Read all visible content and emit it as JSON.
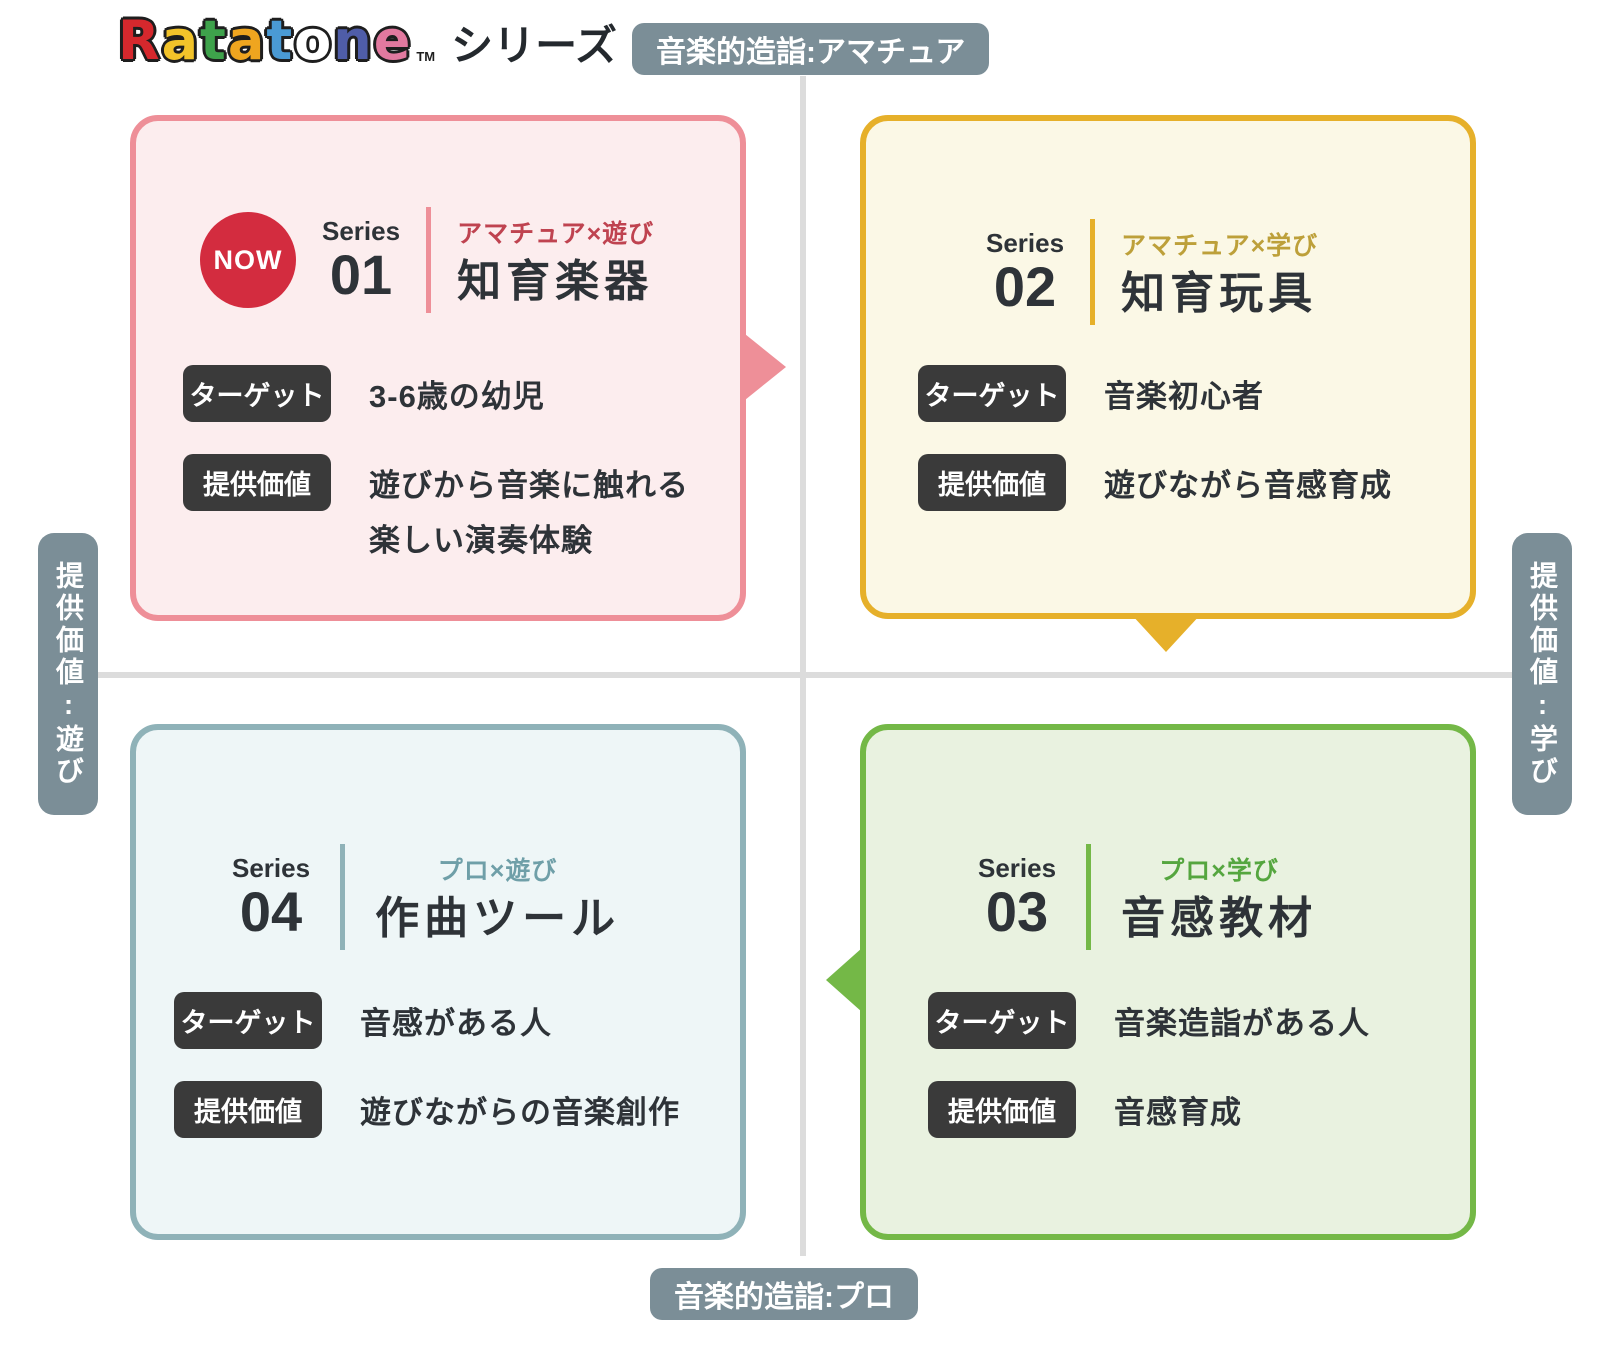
{
  "logo": {
    "letters": [
      {
        "ch": "R",
        "color": "#d5282d"
      },
      {
        "ch": "a",
        "color": "#f2c32a"
      },
      {
        "ch": "t",
        "color": "#3ea24b"
      },
      {
        "ch": "a",
        "color": "#efa51f"
      },
      {
        "ch": "t",
        "color": "#4a9ad4"
      },
      {
        "ch": "o",
        "color": "#ffffff"
      },
      {
        "ch": "n",
        "color": "#4f5da8"
      },
      {
        "ch": "e",
        "color": "#e2799f"
      }
    ],
    "tm": "TM",
    "suffix": "シリーズ"
  },
  "axes": {
    "top_label": "音楽的造詣:アマチュア",
    "bottom_label": "音楽的造詣:プロ",
    "left_label": "提供価値:遊び",
    "right_label": "提供価値:学び"
  },
  "cards": [
    {
      "now_badge": "NOW",
      "series_label": "Series",
      "series_number": "01",
      "segment": "アマチュア×遊び",
      "title": "知育楽器",
      "target_label": "ターゲット",
      "target_value": "3-6歳の幼児",
      "value_label": "提供価値",
      "value_value": "遊びから音楽に触れる\n楽しい演奏体験"
    },
    {
      "series_label": "Series",
      "series_number": "02",
      "segment": "アマチュア×学び",
      "title": "知育玩具",
      "target_label": "ターゲット",
      "target_value": "音楽初心者",
      "value_label": "提供価値",
      "value_value": "遊びながら音感育成"
    },
    {
      "series_label": "Series",
      "series_number": "03",
      "segment": "プロ×学び",
      "title": "音感教材",
      "target_label": "ターゲット",
      "target_value": "音楽造詣がある人",
      "value_label": "提供価値",
      "value_value": "音感育成"
    },
    {
      "series_label": "Series",
      "series_number": "04",
      "segment": "プロ×遊び",
      "title": "作曲ツール",
      "target_label": "ターゲット",
      "target_value": "音感がある人",
      "value_label": "提供価値",
      "value_value": "遊びながらの音楽創作"
    }
  ],
  "colors": {
    "slate": "#7b8e97",
    "axis-line": "#dcdcdc",
    "ink": "#2e3338",
    "pill-bg": "#3a3a3a",
    "now-red": "#d32c3f",
    "q1-border": "#ee8f98",
    "q1-bg": "#fcedee",
    "q1-accent": "#bf4350",
    "q2-border": "#e6b02a",
    "q2-bg": "#fbf8e6",
    "q2-accent": "#bda03a",
    "q3-border": "#74b847",
    "q3-bg": "#e9f2e0",
    "q3-accent": "#55a63f",
    "q4-border": "#8fb2b8",
    "q4-bg": "#eef6f7",
    "q4-accent": "#6f9fa8"
  }
}
